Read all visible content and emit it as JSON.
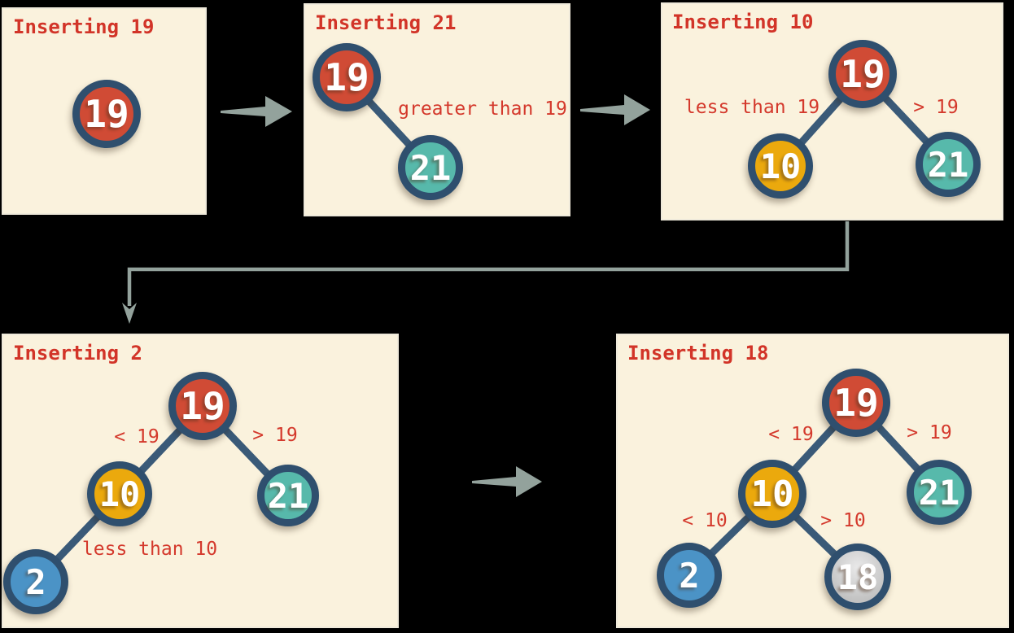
{
  "page": {
    "background": "#000000"
  },
  "style_colors": {
    "panel_bg": "#faf2dd",
    "title_red": "#d23428",
    "label_red": "#d4392c",
    "ring_navy": "#2f4f6e",
    "edge_navy": "#3a5a78",
    "node_red": "#d04b35",
    "node_gold": "#eba90d",
    "node_teal": "#57b9ab",
    "node_blue": "#4b93c6",
    "node_gray": "#c9c9c9",
    "node_text": "#ffffff",
    "flow_arrow_gray": "#93a29c"
  },
  "diagram": {
    "type": "binary-search-tree-insertion-steps",
    "steps": [
      {
        "title": "Inserting 19",
        "inserted_value": 19,
        "nodes": [
          {
            "value": "19",
            "color": "red"
          }
        ],
        "edges": [],
        "labels": []
      },
      {
        "title": "Inserting 21",
        "inserted_value": 21,
        "nodes": [
          {
            "value": "19",
            "color": "red"
          },
          {
            "value": "21",
            "color": "teal"
          }
        ],
        "edges": [
          [
            "19",
            "21"
          ]
        ],
        "labels": [
          {
            "text": "greater than 19"
          }
        ]
      },
      {
        "title": "Inserting 10",
        "inserted_value": 10,
        "nodes": [
          {
            "value": "19",
            "color": "red"
          },
          {
            "value": "10",
            "color": "gold"
          },
          {
            "value": "21",
            "color": "teal"
          }
        ],
        "edges": [
          [
            "19",
            "10"
          ],
          [
            "19",
            "21"
          ]
        ],
        "labels": [
          {
            "text": "less than 19"
          },
          {
            "text": "> 19"
          }
        ]
      },
      {
        "title": "Inserting 2",
        "inserted_value": 2,
        "nodes": [
          {
            "value": "19",
            "color": "red"
          },
          {
            "value": "10",
            "color": "gold"
          },
          {
            "value": "21",
            "color": "teal"
          },
          {
            "value": "2",
            "color": "blue"
          }
        ],
        "edges": [
          [
            "19",
            "10"
          ],
          [
            "19",
            "21"
          ],
          [
            "10",
            "2"
          ]
        ],
        "labels": [
          {
            "text": "< 19"
          },
          {
            "text": "> 19"
          },
          {
            "text": "less than 10"
          }
        ]
      },
      {
        "title": "Inserting 18",
        "inserted_value": 18,
        "nodes": [
          {
            "value": "19",
            "color": "red"
          },
          {
            "value": "10",
            "color": "gold"
          },
          {
            "value": "21",
            "color": "teal"
          },
          {
            "value": "2",
            "color": "blue"
          },
          {
            "value": "18",
            "color": "gray"
          }
        ],
        "edges": [
          [
            "19",
            "10"
          ],
          [
            "19",
            "21"
          ],
          [
            "10",
            "2"
          ],
          [
            "10",
            "18"
          ]
        ],
        "labels": [
          {
            "text": "< 19"
          },
          {
            "text": "> 19"
          },
          {
            "text": "< 10"
          },
          {
            "text": "> 10"
          }
        ]
      }
    ],
    "flow": [
      "step-1 to step-2",
      "step-2 to step-3",
      "step-3 to step-4",
      "step-4 to step-5"
    ]
  }
}
